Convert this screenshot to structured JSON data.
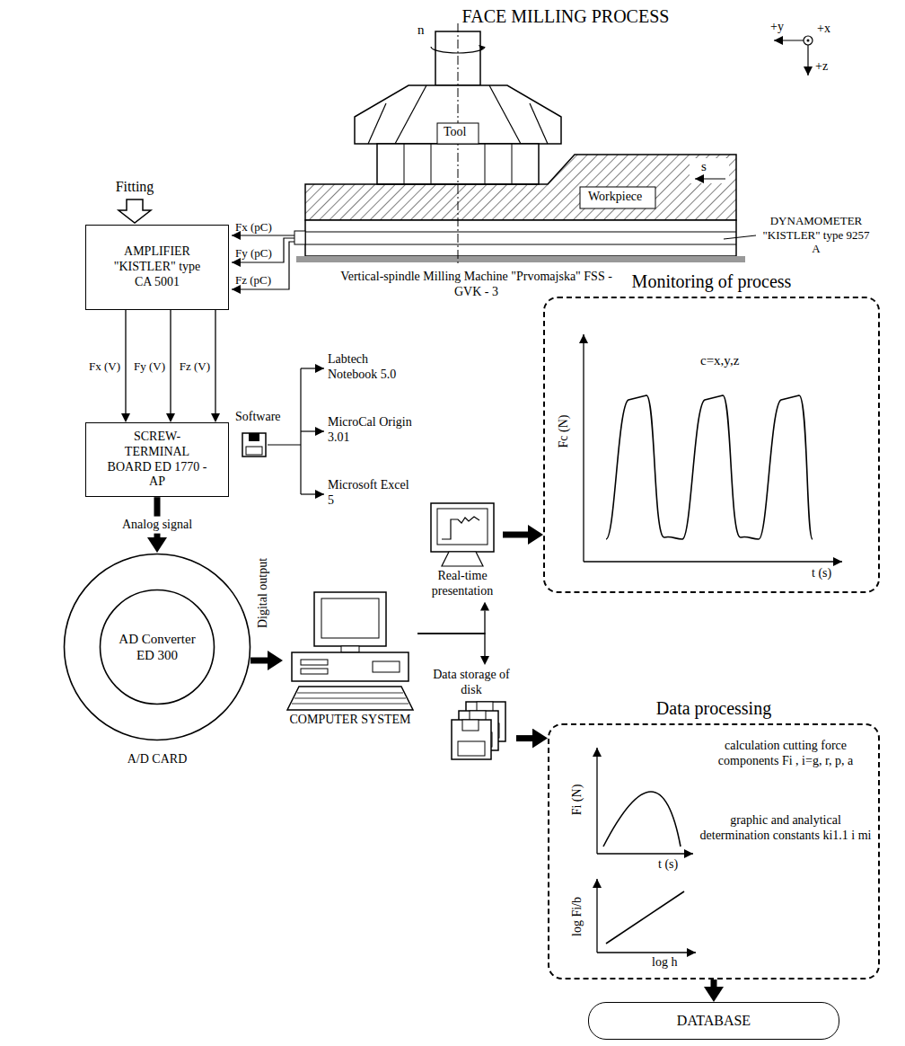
{
  "diagram": {
    "title": "FACE MILLING PROCESS",
    "nodes": [
      {
        "text": [
          "AMPLIFIER \"KISTLER\" type CA 5001"
        ]
      },
      {
        "text": [
          "SCREW-TERMINAL BOARD ED 1770 - AP"
        ]
      },
      {
        "text": [
          "A/D CARD"
        ]
      },
      {
        "text": [
          "AD Converter ED 300"
        ],
        "in": 2
      },
      {
        "text": [
          "COMPUTER SYSTEM"
        ]
      },
      {
        "text": [
          "Real-time presentation"
        ]
      },
      {
        "text": [
          "Monitoring of process"
        ]
      },
      {
        "text": [
          "Data storage of disk"
        ]
      },
      {
        "text": [
          "Data processing"
        ]
      },
      {
        "text": [
          "DATABASE"
        ]
      }
    ],
    "edges": [
      {
        "from": 0,
        "to": 1,
        "arrow": "to",
        "label": "Fx (V)"
      },
      {
        "from": 0,
        "to": 1,
        "arrow": "to",
        "label": "Fy (V)"
      },
      {
        "from": 0,
        "to": 1,
        "arrow": "to",
        "label": "Fz (V)"
      },
      {
        "from": 1,
        "to": 2,
        "arrow": "to",
        "label": "Analog signal"
      },
      {
        "from": 2,
        "to": 4,
        "arrow": "to",
        "label": "Digital output"
      },
      {
        "from": 5,
        "to": 6,
        "arrow": "to"
      },
      {
        "from": 7,
        "to": 8,
        "arrow": "to"
      },
      {
        "from": 8,
        "to": 9,
        "arrow": "to"
      },
      {
        "from": 4,
        "to": 5,
        "arrow": "to"
      },
      {
        "from": 4,
        "to": 7,
        "arrow": "to"
      }
    ],
    "labels": [
      "Fitting",
      "Fx (pC)",
      "Fy (pC)",
      "Fz (pC)",
      "n",
      "+y",
      "+x",
      "+z",
      "Tool",
      "s",
      "Workpiece",
      "DYNAMOMETER \"KISTLER\" type 9257 A",
      "Vertical-spindle Milling Machine \"Prvomajska\" FSS - GVK - 3",
      "Software",
      "Labtech Notebook 5.0",
      "MicroCal Origin 3.01",
      "Microsoft Excel 5",
      "c=x,y,z",
      "Fc (N)",
      "t (s)",
      "Fi (N)",
      "t (s)",
      "calculation cutting force components Fi , i=g, r, p, a",
      "graphic and analytical determination constants ki1.1 i mi",
      "log Fi/b",
      "log h"
    ]
  }
}
